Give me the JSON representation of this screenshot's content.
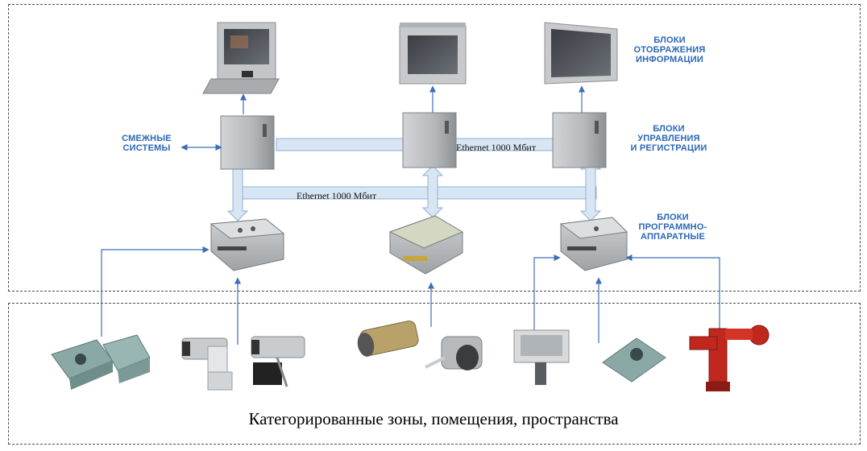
{
  "labels": {
    "display_units": "БЛОКИ\nОТОБРАЖЕНИЯ\nИНФОРМАЦИИ",
    "control_units": "БЛОКИ\nУПРАВЛЕНИЯ\nИ РЕГИСТРАЦИИ",
    "hw_units": "БЛОКИ\nПРОГРАММНО-\nАППАРАТНЫЕ",
    "adjacent_systems": "СМЕЖНЫЕ\nСИСТЕМЫ"
  },
  "links": {
    "ethernet_upper": "Ethernet 1000 Мбит",
    "ethernet_lower": "Ethernet 1000 Мбит"
  },
  "caption": "Категорированные зоны, помещения, пространства",
  "colors": {
    "label_blue": "#2a66b8",
    "bus_fill": "#d8e6f3",
    "bus_stroke": "#8fb0d3",
    "arrow_blue": "#3d6fb6",
    "cabinet_grey": "#b7b9bc",
    "device_green": "#8aa9a6",
    "fire_red": "#c0281e"
  },
  "icons": {
    "operator_console": "console-monitor-icon",
    "wall_monitor": "wall-monitor-icon",
    "server_cabinet": "cabinet-icon",
    "controller_box": "controller-box-icon",
    "camera": "camera-icon",
    "sensor": "sensor-icon",
    "fire_monitor": "fire-nozzle-icon"
  }
}
